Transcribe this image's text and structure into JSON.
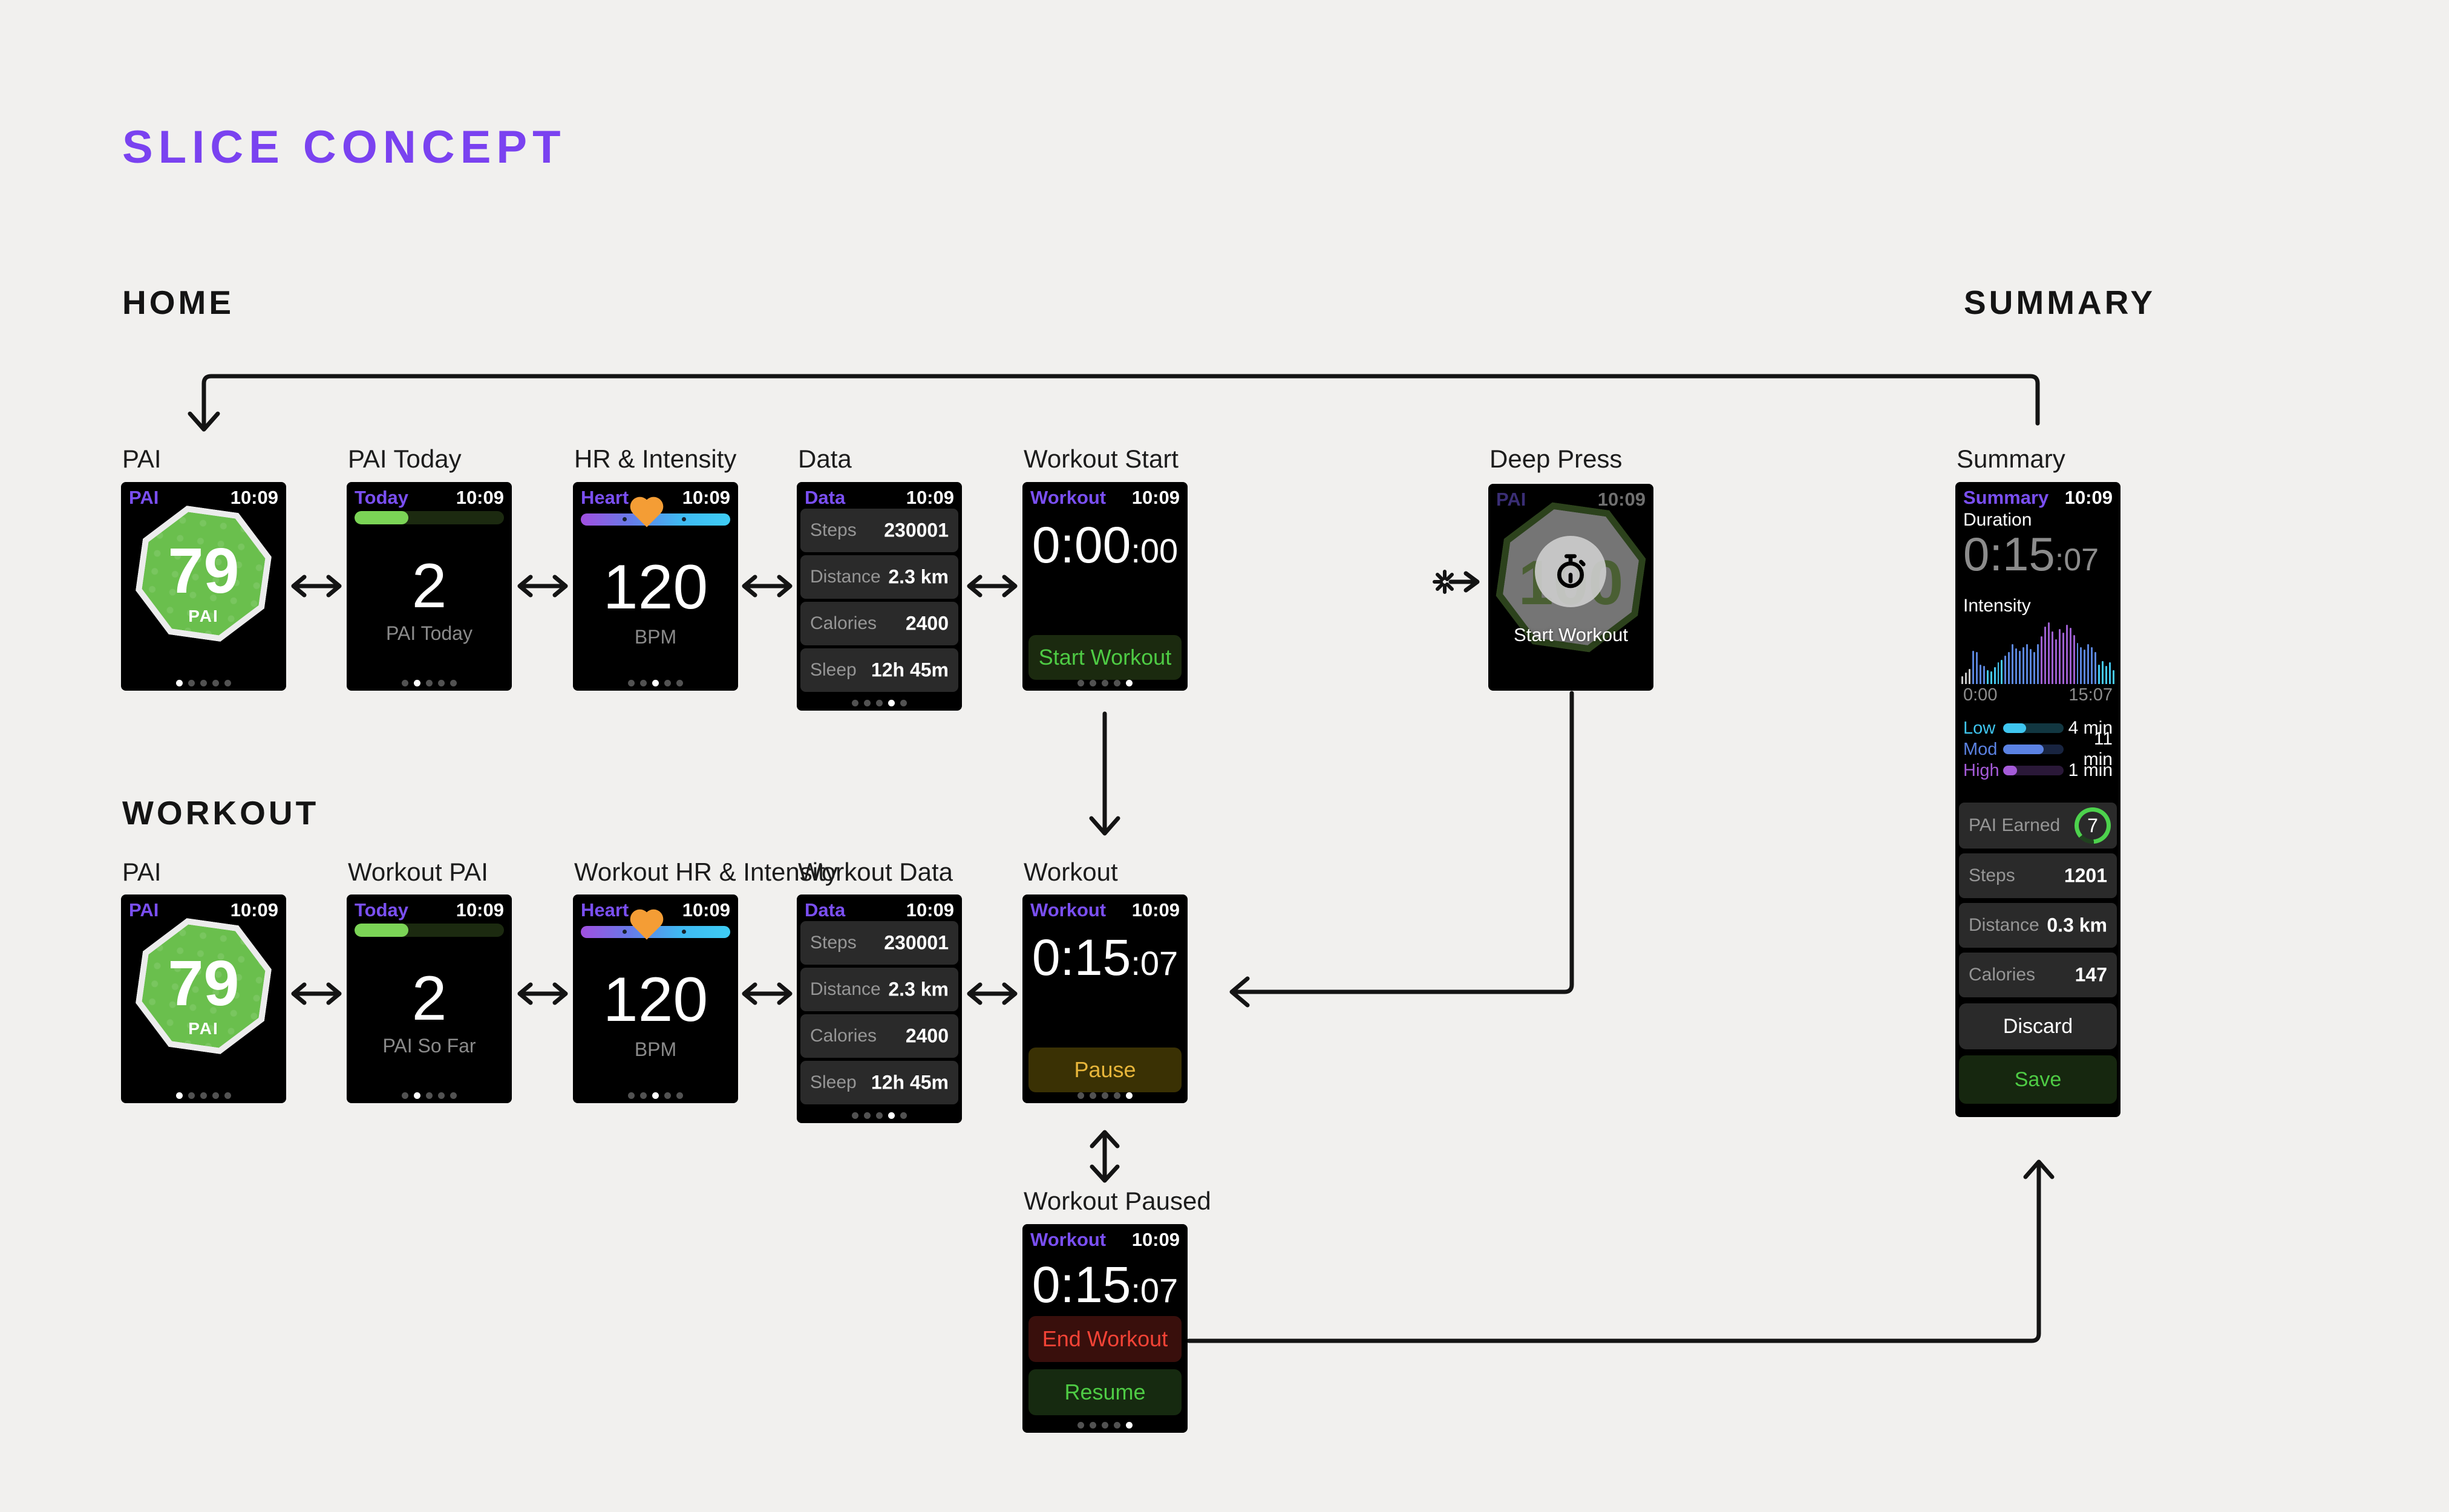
{
  "title": "SLICE CONCEPT",
  "sections": {
    "home": "HOME",
    "summary": "SUMMARY",
    "workout": "WORKOUT"
  },
  "colors": {
    "title_purple": "#7a42f0",
    "watch_header_purple": "#7a4ff2",
    "pai_green": "#6abf4d",
    "progress_green": "#7bd456",
    "action_green": "#4ecb44",
    "pause_yellow": "#e7b53a",
    "end_red": "#f44336",
    "zone_cyan": "#3fc6f0",
    "zone_blue": "#5b82e3",
    "zone_purple": "#a55bd8"
  },
  "watches": {
    "pai_home": {
      "label": "PAI",
      "header": "PAI",
      "time": "10:09",
      "value": "79",
      "unit": "PAI",
      "dots": {
        "count": 5,
        "active": 0
      }
    },
    "pai_today": {
      "label": "PAI Today",
      "header": "Today",
      "time": "10:09",
      "value": "2",
      "caption": "PAI Today",
      "progress": "36%",
      "dots": {
        "count": 5,
        "active": 1
      }
    },
    "hr_home": {
      "label": "HR & Intensity",
      "header": "Heart",
      "time": "10:09",
      "value": "120",
      "caption": "BPM",
      "dots": {
        "count": 5,
        "active": 2
      }
    },
    "data_home": {
      "label": "Data",
      "header": "Data",
      "time": "10:09",
      "rows": [
        {
          "label": "Steps",
          "value": "230001"
        },
        {
          "label": "Distance",
          "value": "2.3 km"
        },
        {
          "label": "Calories",
          "value": "2400"
        },
        {
          "label": "Sleep",
          "value": "12h 45m"
        }
      ],
      "dots": {
        "count": 5,
        "active": 3
      }
    },
    "workout_start": {
      "label": "Workout Start",
      "header": "Workout",
      "time": "10:09",
      "timer_main": "0:00",
      "timer_sub": ":00",
      "button": "Start Workout",
      "dots": {
        "count": 5,
        "active": 4
      }
    },
    "deep_press": {
      "label": "Deep Press",
      "header": "PAI",
      "time": "10:09",
      "ghost_value": "100",
      "overlay_button": "Start Workout"
    },
    "summary": {
      "label": "Summary",
      "header": "Summary",
      "time": "10:09",
      "duration_label": "Duration",
      "duration_main": "0:15",
      "duration_sub": ":07",
      "intensity_label": "Intensity",
      "pai_earned_label": "PAI Earned",
      "pai_earned_value": "7",
      "rows": [
        {
          "label": "Steps",
          "value": "1201"
        },
        {
          "label": "Distance",
          "value": "0.3 km"
        },
        {
          "label": "Calories",
          "value": "147"
        }
      ],
      "discard_button": "Discard",
      "save_button": "Save"
    },
    "pai_workout": {
      "label": "PAI",
      "header": "PAI",
      "time": "10:09",
      "value": "79",
      "unit": "PAI",
      "dots": {
        "count": 5,
        "active": 0
      }
    },
    "workout_pai": {
      "label": "Workout PAI",
      "header": "Today",
      "time": "10:09",
      "value": "2",
      "caption": "PAI So Far",
      "progress": "36%",
      "dots": {
        "count": 5,
        "active": 1
      }
    },
    "hr_workout": {
      "label": "Workout HR & Intensity",
      "header": "Heart",
      "time": "10:09",
      "value": "120",
      "caption": "BPM",
      "dots": {
        "count": 5,
        "active": 2
      }
    },
    "data_workout": {
      "label": "Workout Data",
      "header": "Data",
      "time": "10:09",
      "rows": [
        {
          "label": "Steps",
          "value": "230001"
        },
        {
          "label": "Distance",
          "value": "2.3 km"
        },
        {
          "label": "Calories",
          "value": "2400"
        },
        {
          "label": "Sleep",
          "value": "12h 45m"
        }
      ],
      "dots": {
        "count": 5,
        "active": 3
      }
    },
    "workout": {
      "label": "Workout",
      "header": "Workout",
      "time": "10:09",
      "timer_main": "0:15",
      "timer_sub": ":07",
      "button": "Pause",
      "dots": {
        "count": 5,
        "active": 4
      }
    },
    "workout_paused": {
      "label": "Workout Paused",
      "header": "Workout",
      "time": "10:09",
      "timer_main": "0:15",
      "timer_sub": ":07",
      "end_button": "End Workout",
      "resume_button": "Resume",
      "dots": {
        "count": 5,
        "active": 4
      }
    }
  },
  "chart_data": {
    "type": "bar",
    "title": "Intensity",
    "x_axis_start": "0:00",
    "x_axis_end": "15:07",
    "ylim": [
      0,
      100
    ],
    "legend_position": "none",
    "palette": {
      "gray": "#c9c9c9",
      "cyan": "#45c8f1",
      "blue": "#5b86dd",
      "purple": "#9d5fd0"
    },
    "bars": [
      {
        "h": 12,
        "c": "gray"
      },
      {
        "h": 18,
        "c": "gray"
      },
      {
        "h": 24,
        "c": "gray"
      },
      {
        "h": 52,
        "c": "blue"
      },
      {
        "h": 50,
        "c": "blue"
      },
      {
        "h": 30,
        "c": "blue"
      },
      {
        "h": 28,
        "c": "blue"
      },
      {
        "h": 22,
        "c": "cyan"
      },
      {
        "h": 20,
        "c": "cyan"
      },
      {
        "h": 26,
        "c": "cyan"
      },
      {
        "h": 34,
        "c": "cyan"
      },
      {
        "h": 38,
        "c": "cyan"
      },
      {
        "h": 44,
        "c": "blue"
      },
      {
        "h": 50,
        "c": "blue"
      },
      {
        "h": 62,
        "c": "blue"
      },
      {
        "h": 56,
        "c": "blue"
      },
      {
        "h": 52,
        "c": "blue"
      },
      {
        "h": 58,
        "c": "blue"
      },
      {
        "h": 62,
        "c": "blue"
      },
      {
        "h": 55,
        "c": "blue"
      },
      {
        "h": 50,
        "c": "blue"
      },
      {
        "h": 62,
        "c": "blue"
      },
      {
        "h": 75,
        "c": "purple"
      },
      {
        "h": 90,
        "c": "purple"
      },
      {
        "h": 96,
        "c": "purple"
      },
      {
        "h": 82,
        "c": "purple"
      },
      {
        "h": 70,
        "c": "purple"
      },
      {
        "h": 86,
        "c": "purple"
      },
      {
        "h": 80,
        "c": "purple"
      },
      {
        "h": 92,
        "c": "purple"
      },
      {
        "h": 88,
        "c": "purple"
      },
      {
        "h": 76,
        "c": "purple"
      },
      {
        "h": 64,
        "c": "blue"
      },
      {
        "h": 58,
        "c": "blue"
      },
      {
        "h": 54,
        "c": "blue"
      },
      {
        "h": 62,
        "c": "blue"
      },
      {
        "h": 58,
        "c": "blue"
      },
      {
        "h": 50,
        "c": "blue"
      },
      {
        "h": 30,
        "c": "cyan"
      },
      {
        "h": 36,
        "c": "cyan"
      },
      {
        "h": 28,
        "c": "cyan"
      },
      {
        "h": 34,
        "c": "cyan"
      },
      {
        "h": 22,
        "c": "cyan"
      }
    ],
    "zones": [
      {
        "label": "Low",
        "value": "4 min",
        "pct": "38%",
        "color": "#3fc6f0",
        "track": "#123741"
      },
      {
        "label": "Mod",
        "value": "11 min",
        "pct": "67%",
        "color": "#5b82e3",
        "track": "#182440"
      },
      {
        "label": "High",
        "value": "1 min",
        "pct": "23%",
        "color": "#a55bd8",
        "track": "#2a1838"
      }
    ]
  }
}
